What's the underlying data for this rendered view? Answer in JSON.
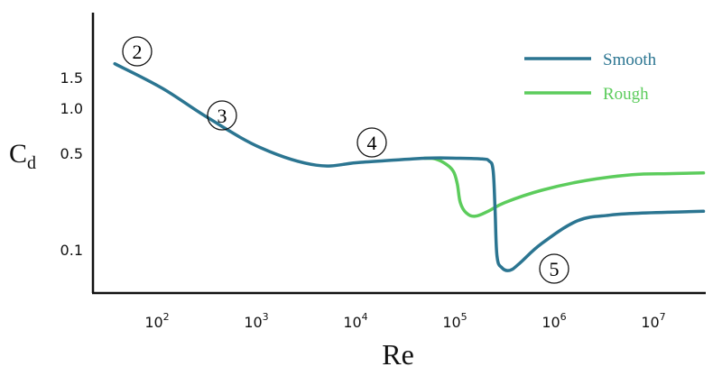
{
  "chart_data": {
    "type": "line",
    "title": "",
    "xlabel": "Re",
    "ylabel_main": "C",
    "ylabel_sub": "d",
    "x_scale": "log",
    "y_scale": "log",
    "xlim_log10": [
      1.3,
      7.5
    ],
    "x_ticks": [
      {
        "base": "10",
        "exp": "2",
        "log10": 2
      },
      {
        "base": "10",
        "exp": "3",
        "log10": 3
      },
      {
        "base": "10",
        "exp": "4",
        "log10": 4
      },
      {
        "base": "10",
        "exp": "5",
        "log10": 5
      },
      {
        "base": "10",
        "exp": "6",
        "log10": 6
      },
      {
        "base": "10",
        "exp": "7",
        "log10": 7
      }
    ],
    "y_ticks": [
      {
        "label": "1.5",
        "value": 1.5
      },
      {
        "label": "1.0",
        "value": 1.0
      },
      {
        "label": "0.5",
        "value": 0.5
      },
      {
        "label": "0.1",
        "value": 0.1
      }
    ],
    "grid": false,
    "legend_placement": "top-right",
    "series": [
      {
        "name": "Smooth",
        "color": "#2b7591",
        "log10_re": [
          1.52,
          2.0,
          2.45,
          3.0,
          3.55,
          4.0,
          4.64,
          5.0,
          5.22,
          5.29,
          5.33,
          5.35,
          5.37,
          5.42,
          5.5,
          5.6,
          5.82,
          6.18,
          6.5,
          6.73,
          7.1,
          7.45
        ],
        "cd": [
          1.8,
          1.3,
          0.87,
          0.54,
          0.41,
          0.43,
          0.46,
          0.46,
          0.455,
          0.44,
          0.38,
          0.2,
          0.09,
          0.074,
          0.071,
          0.08,
          0.111,
          0.162,
          0.178,
          0.183,
          0.187,
          0.19
        ]
      },
      {
        "name": "Rough",
        "color": "#5ccc5c",
        "log10_re": [
          4.64,
          4.75,
          4.85,
          4.93,
          4.97,
          5.0,
          5.06,
          5.15,
          5.28,
          5.45,
          5.82,
          6.27,
          6.73,
          7.1,
          7.45
        ],
        "cd": [
          0.46,
          0.455,
          0.42,
          0.37,
          0.3,
          0.22,
          0.185,
          0.175,
          0.19,
          0.22,
          0.27,
          0.318,
          0.35,
          0.356,
          0.36
        ]
      }
    ],
    "annotations": [
      "2",
      "3",
      "4",
      "5"
    ]
  }
}
